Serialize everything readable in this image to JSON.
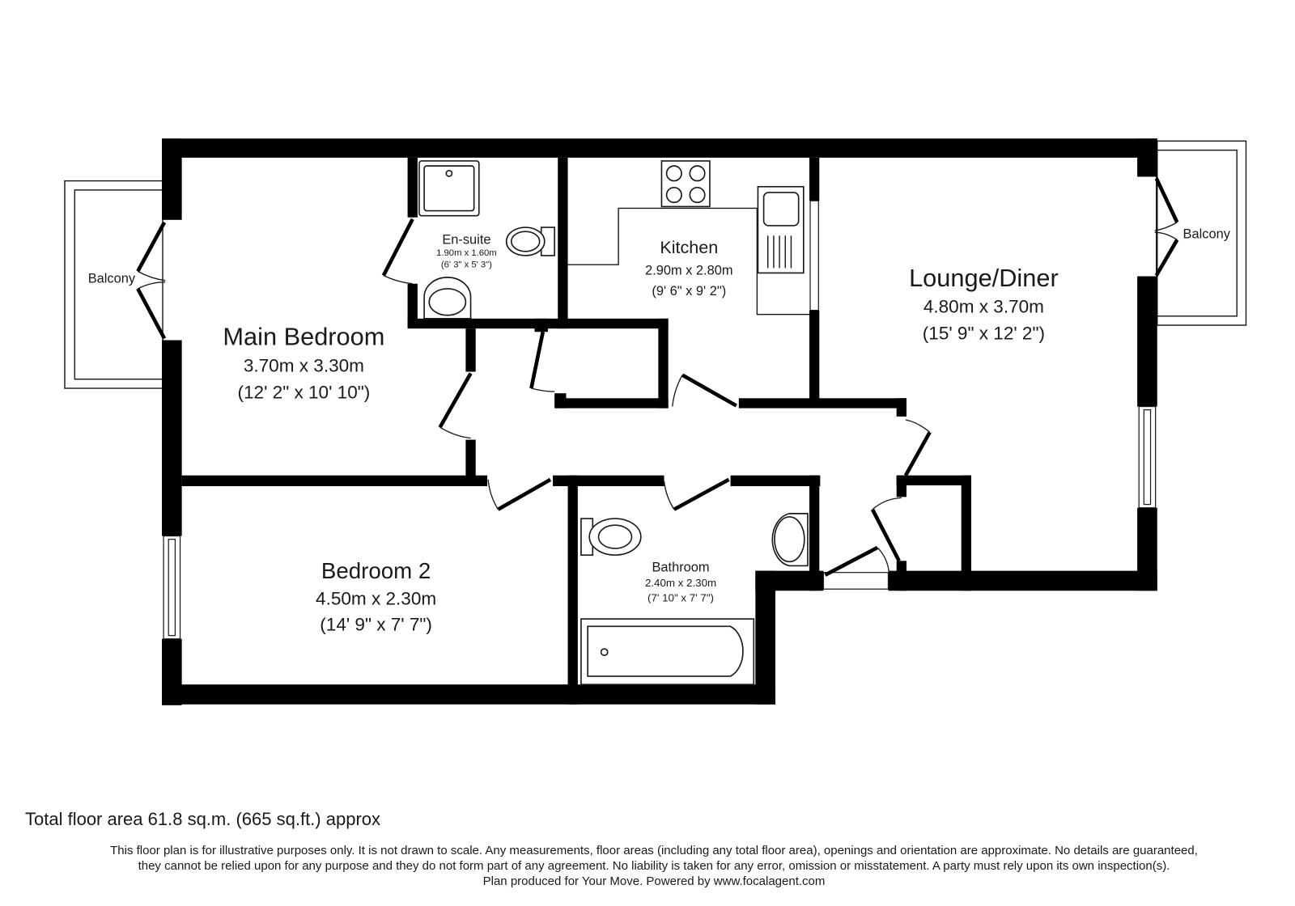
{
  "floor_plan": {
    "rooms": [
      {
        "id": "main-bedroom",
        "name": "Main Bedroom",
        "dim_metric": "3.70m x 3.30m",
        "dim_imperial": "(12' 2\" x 10' 10\")"
      },
      {
        "id": "en-suite",
        "name": "En-suite",
        "dim_metric": "1.90m x 1.60m",
        "dim_imperial": "(6' 3\" x 5' 3\")"
      },
      {
        "id": "kitchen",
        "name": "Kitchen",
        "dim_metric": "2.90m x 2.80m",
        "dim_imperial": "(9' 6\" x 9' 2\")"
      },
      {
        "id": "lounge-diner",
        "name": "Lounge/Diner",
        "dim_metric": "4.80m x 3.70m",
        "dim_imperial": "(15' 9\" x 12' 2\")"
      },
      {
        "id": "bedroom-2",
        "name": "Bedroom 2",
        "dim_metric": "4.50m x 2.30m",
        "dim_imperial": "(14' 9\" x 7' 7\")"
      },
      {
        "id": "bathroom",
        "name": "Bathroom",
        "dim_metric": "2.40m x 2.30m",
        "dim_imperial": "(7' 10\" x 7' 7\")"
      }
    ],
    "balconies": [
      {
        "id": "balcony-left",
        "label": "Balcony"
      },
      {
        "id": "balcony-right",
        "label": "Balcony"
      }
    ],
    "colors": {
      "wall": "#000000",
      "line": "#1a1a1a",
      "background": "#ffffff"
    }
  },
  "footer": {
    "total_area": "Total floor area 61.8 sq.m. (665 sq.ft.) approx",
    "disclaimer_line1": "This floor plan is for illustrative purposes only. It is not drawn to scale. Any measurements, floor areas (including any total floor area), openings and orientation are approximate. No details are guaranteed,",
    "disclaimer_line2": "they cannot be relied upon for any purpose and they do not form part of any agreement. No liability is taken for any error, omission or misstatement. A party must rely upon its own inspection(s).",
    "credit": "Plan produced for Your Move. Powered by www.focalagent.com"
  }
}
